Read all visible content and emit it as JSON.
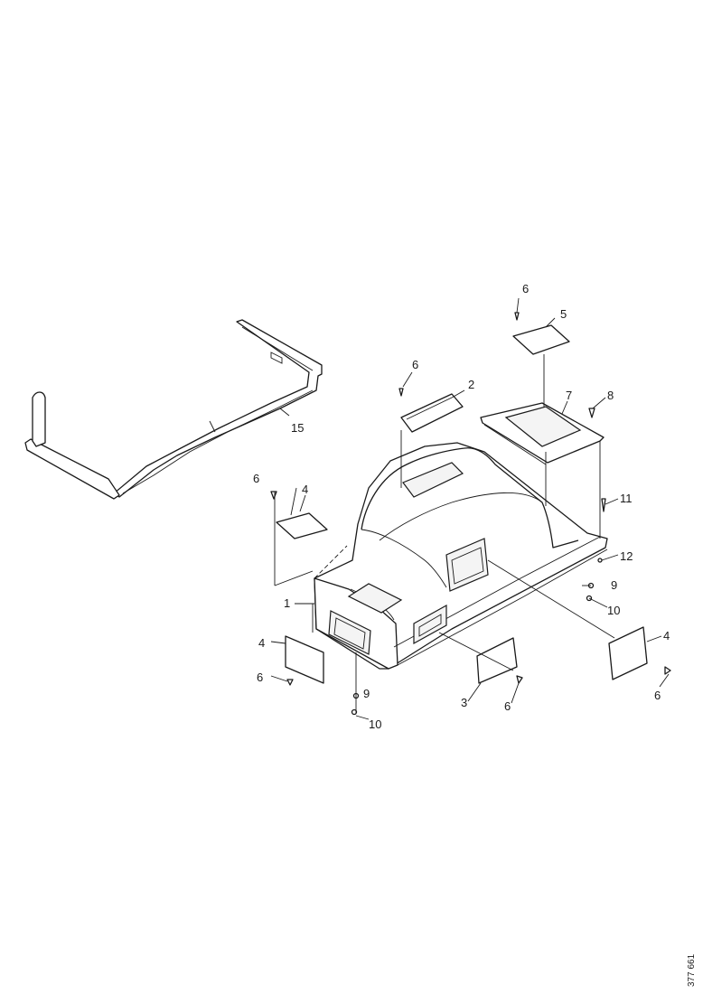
{
  "diagram": {
    "callouts": {
      "c1": "1",
      "c2": "2",
      "c3": "3",
      "c4_left": "4",
      "c4_top": "4",
      "c4_right": "4",
      "c5": "5",
      "c6_top": "6",
      "c6_mid": "6",
      "c6_left": "6",
      "c6_bottom_left": "6",
      "c6_bottom_center": "6",
      "c6_right": "6",
      "c7": "7",
      "c8": "8",
      "c9_right": "9",
      "c9_bottom": "9",
      "c10_right": "10",
      "c10_bottom": "10",
      "c11": "11",
      "c12": "12",
      "c15": "15"
    },
    "reference_number": "377 661"
  }
}
